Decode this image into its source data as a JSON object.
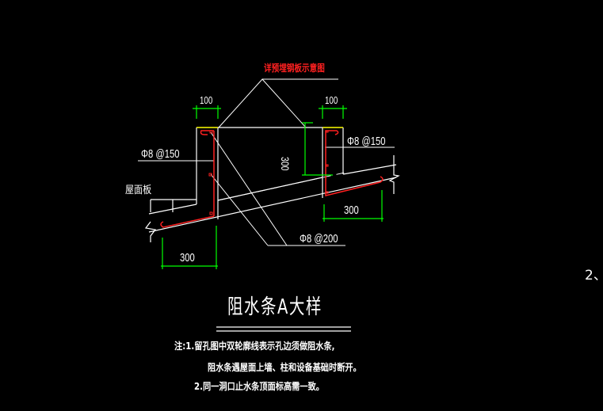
{
  "drawing": {
    "title": "阻水条A大样",
    "callout_top": "详预埋钢板示意图",
    "label_roof_slab": "屋面板",
    "rebar_left": "Φ8 @150",
    "rebar_right": "Φ8 @150",
    "rebar_bottom": "Φ8 @200",
    "dim_top_left": "100",
    "dim_top_right": "100",
    "dim_height": "300",
    "dim_bottom_left": "300",
    "dim_bottom_right": "300",
    "side_marker": "2、",
    "notes": [
      "注:1.留孔图中双轮廓线表示孔边须做阻水条,",
      "阻水条遇屋面上墙、柱和设备基础时断开。",
      "2.同一洞口止水条顶面标高需一致。"
    ]
  },
  "colors": {
    "background": "#000000",
    "lines": "#ffffff",
    "rebar": "#ff2020",
    "dimension": "#00ff00",
    "top_edge": "#ffff00",
    "callout_text": "#ff2020"
  }
}
